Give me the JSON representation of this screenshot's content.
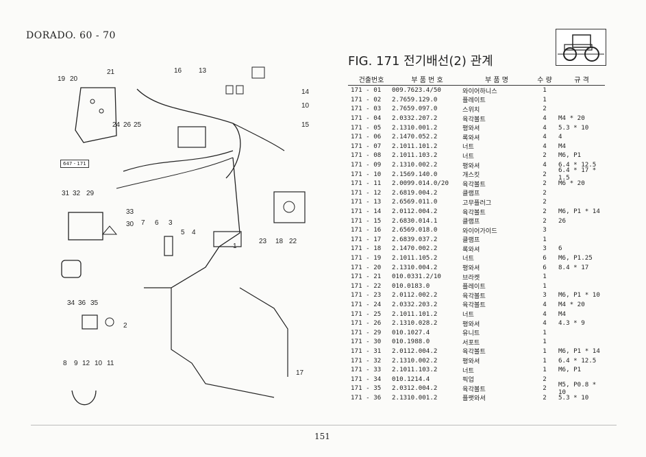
{
  "header": {
    "model": "DORADO. 60 - 70",
    "figure_title": "FIG. 171 전기배선(2) 관계",
    "logo": "tractor-icon"
  },
  "diagram": {
    "figure_code": "647 - 171",
    "callouts": [
      "21",
      "19",
      "20",
      "16",
      "13",
      "14",
      "10",
      "15",
      "24",
      "26",
      "25",
      "31",
      "32",
      "29",
      "33",
      "30",
      "7",
      "6",
      "3",
      "5",
      "4",
      "23",
      "18",
      "22",
      "1",
      "34",
      "36",
      "35",
      "2",
      "8",
      "9",
      "12",
      "10",
      "11",
      "17"
    ]
  },
  "table": {
    "headers": [
      "건출번호",
      "부 품 번 호",
      "부 품 명",
      "수 량",
      "규 격"
    ],
    "rows": [
      [
        "171 - 01",
        "009.7623.4/50",
        "와이어하니스",
        "1",
        ""
      ],
      [
        "171 - 02",
        "2.7659.129.0",
        "플레이트",
        "1",
        ""
      ],
      [
        "171 - 03",
        "2.7659.097.0",
        "스위치",
        "2",
        ""
      ],
      [
        "171 - 04",
        "2.0332.207.2",
        "육각볼트",
        "4",
        "M4 * 20"
      ],
      [
        "171 - 05",
        "2.1310.001.2",
        "평와셔",
        "4",
        "5.3 * 10"
      ],
      [
        "171 - 06",
        "2.1470.052.2",
        "록와셔",
        "4",
        "4"
      ],
      [
        "171 - 07",
        "2.1011.101.2",
        "너트",
        "4",
        "M4"
      ],
      [
        "171 - 08",
        "2.1011.103.2",
        "너트",
        "2",
        "M6, P1"
      ],
      [
        "171 - 09",
        "2.1310.002.2",
        "평와셔",
        "4",
        "6.4 * 12.5"
      ],
      [
        "171 - 10",
        "2.1569.140.0",
        "개스킷",
        "2",
        "6.4 * 17 * 1.5"
      ],
      [
        "171 - 11",
        "2.0099.014.0/20",
        "육각볼트",
        "2",
        "M6 * 20"
      ],
      [
        "171 - 12",
        "2.6819.004.2",
        "클램프",
        "2",
        ""
      ],
      [
        "171 - 13",
        "2.6569.011.0",
        "고무플러그",
        "2",
        ""
      ],
      [
        "171 - 14",
        "2.0112.004.2",
        "육각볼트",
        "2",
        "M6, P1 * 14"
      ],
      [
        "171 - 15",
        "2.6830.014.1",
        "클램프",
        "2",
        "26"
      ],
      [
        "171 - 16",
        "2.6569.018.0",
        "와이어가이드",
        "3",
        ""
      ],
      [
        "171 - 17",
        "2.6839.037.2",
        "클램프",
        "1",
        ""
      ],
      [
        "171 - 18",
        "2.1470.002.2",
        "록와셔",
        "3",
        "6"
      ],
      [
        "171 - 19",
        "2.1011.105.2",
        "너트",
        "6",
        "M6, P1.25"
      ],
      [
        "171 - 20",
        "2.1310.004.2",
        "평와셔",
        "6",
        "8.4 * 17"
      ],
      [
        "171 - 21",
        "010.0331.2/10",
        "브라켓",
        "1",
        ""
      ],
      [
        "171 - 22",
        "010.0183.0",
        "플레이트",
        "1",
        ""
      ],
      [
        "171 - 23",
        "2.0112.002.2",
        "육각볼트",
        "3",
        "M6, P1 * 10"
      ],
      [
        "171 - 24",
        "2.0332.203.2",
        "육각볼트",
        "4",
        "M4 * 20"
      ],
      [
        "171 - 25",
        "2.1011.101.2",
        "너트",
        "4",
        "M4"
      ],
      [
        "171 - 26",
        "2.1310.028.2",
        "평와셔",
        "4",
        "4.3 * 9"
      ],
      [
        "171 - 29",
        "010.1027.4",
        "유니트",
        "1",
        ""
      ],
      [
        "171 - 30",
        "010.1988.0",
        "서포트",
        "1",
        ""
      ],
      [
        "171 - 31",
        "2.0112.004.2",
        "육각볼트",
        "1",
        "M6, P1 * 14"
      ],
      [
        "171 - 32",
        "2.1310.002.2",
        "평와셔",
        "1",
        "6.4 * 12.5"
      ],
      [
        "171 - 33",
        "2.1011.103.2",
        "너트",
        "1",
        "M6, P1"
      ],
      [
        "171 - 34",
        "010.1214.4",
        "픽업",
        "2",
        ""
      ],
      [
        "171 - 35",
        "2.0312.004.2",
        "육각볼트",
        "2",
        "M5, P0.8 * 10"
      ],
      [
        "171 - 36",
        "2.1310.001.2",
        "플랫와셔",
        "2",
        "5.3 * 10"
      ]
    ]
  },
  "footer": {
    "page_number": "151"
  }
}
